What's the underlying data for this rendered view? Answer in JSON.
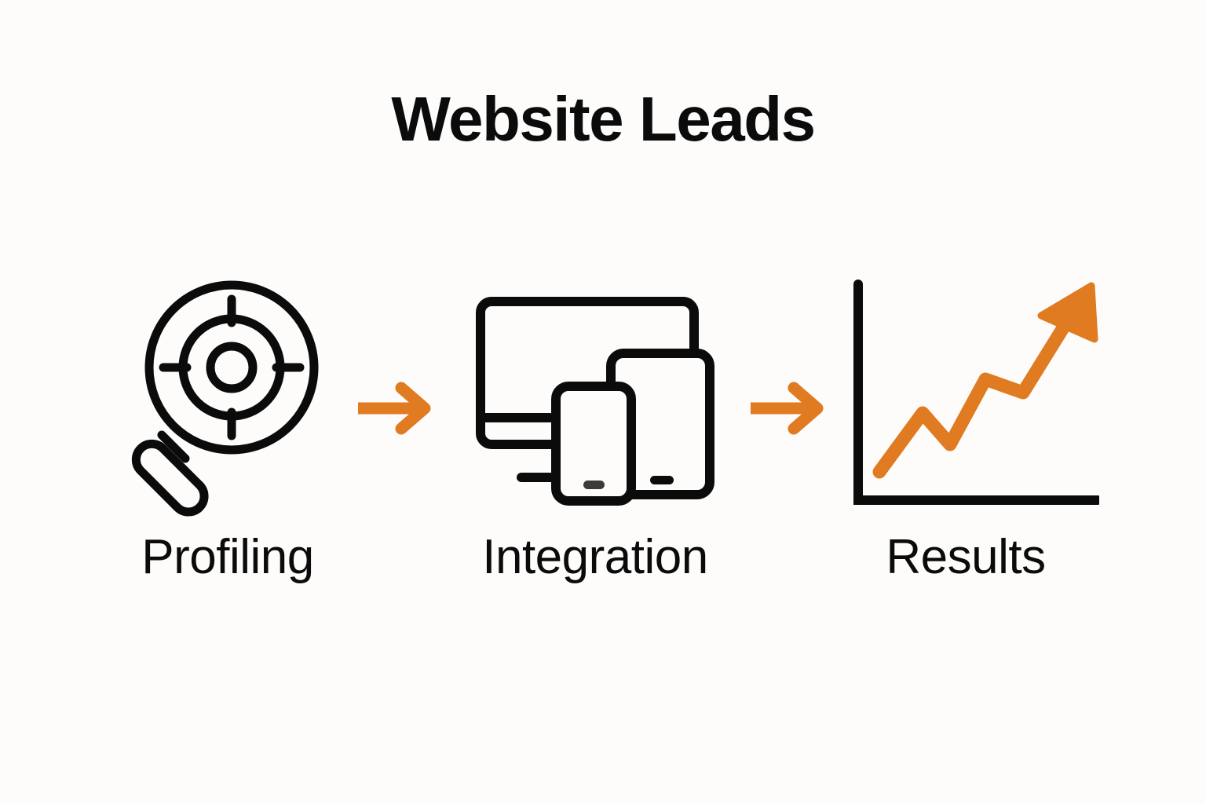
{
  "page": {
    "background_color": "#fdfcfa",
    "title": "Website Leads",
    "ink_color": "#0b0b0b",
    "accent_color": "#e07b22"
  },
  "diagram": {
    "type": "process-flow",
    "orientation": "horizontal",
    "step_count": 3,
    "steps": [
      {
        "index": 1,
        "label": "Profiling",
        "icon": "magnifier-target-icon",
        "icon_description": "magnifying glass with crosshair target lens"
      },
      {
        "index": 2,
        "label": "Integration",
        "icon": "multi-device-icon",
        "icon_description": "desktop monitor with tablet and smartphone"
      },
      {
        "index": 3,
        "label": "Results",
        "icon": "growth-chart-icon",
        "icon_description": "axis chart with rising zigzag arrow"
      }
    ],
    "connectors": [
      {
        "index": 1,
        "icon": "arrow-right-icon",
        "from": "Profiling",
        "to": "Integration",
        "color": "#e07b22"
      },
      {
        "index": 2,
        "icon": "arrow-right-icon",
        "from": "Integration",
        "to": "Results",
        "color": "#e07b22"
      }
    ]
  }
}
